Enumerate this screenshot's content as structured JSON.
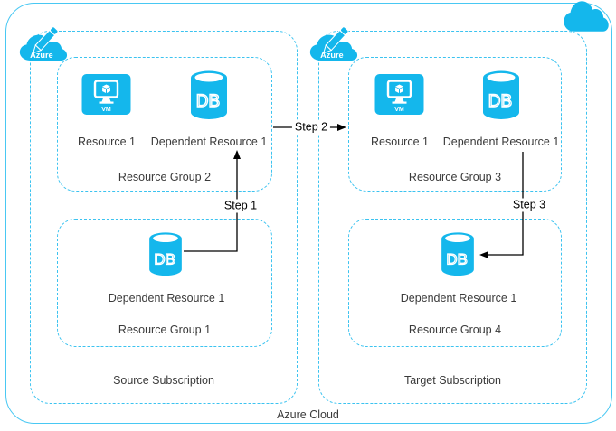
{
  "diagram": {
    "outer_label": "Azure Cloud",
    "azure_logo_text": "Azure",
    "subscriptions": [
      {
        "name": "Source Subscription"
      },
      {
        "name": "Target Subscription"
      }
    ],
    "resource_groups": [
      {
        "name": "Resource Group 1",
        "resources": [
          {
            "type": "db",
            "label": "Dependent Resource 1"
          }
        ]
      },
      {
        "name": "Resource Group 2",
        "resources": [
          {
            "type": "vm",
            "label": "Resource 1"
          },
          {
            "type": "db",
            "label": "Dependent Resource 1"
          }
        ]
      },
      {
        "name": "Resource Group 3",
        "resources": [
          {
            "type": "vm",
            "label": "Resource 1"
          },
          {
            "type": "db",
            "label": "Dependent Resource 1"
          }
        ]
      },
      {
        "name": "Resource Group 4",
        "resources": [
          {
            "type": "db",
            "label": "Dependent Resource 1"
          }
        ]
      }
    ],
    "steps": [
      {
        "label": "Step 1"
      },
      {
        "label": "Step 2"
      },
      {
        "label": "Step 3"
      }
    ],
    "icons": {
      "vm_label": "VM",
      "db_label": "DB"
    },
    "colors": {
      "icon_cyan": "#14b7ec",
      "dashed_border": "#3cc3f0",
      "outer_border": "#49c8f3",
      "text": "#3a3a3a",
      "arrow": "#000000"
    }
  }
}
